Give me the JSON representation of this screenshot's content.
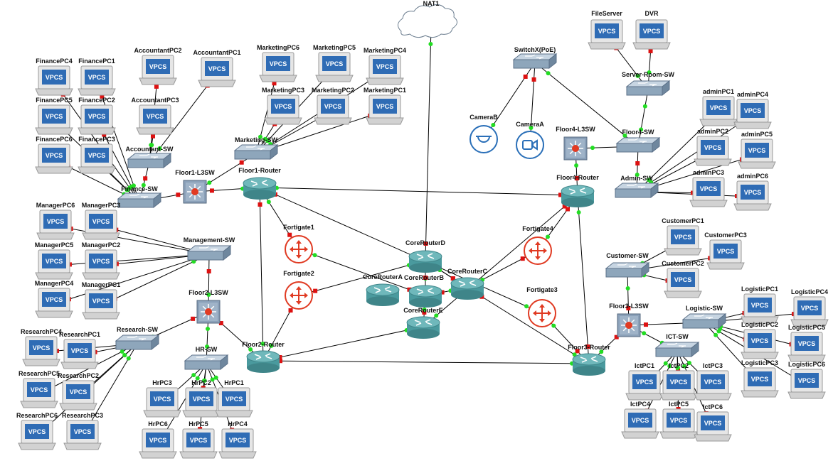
{
  "colors": {
    "link": "#000000",
    "port_up": "#22dd22",
    "port_down": "#dd1111",
    "router_body": "#4a9a9e",
    "switch_body": "#8ea6bb",
    "firewall": "#e03a22",
    "camera": "#2a6fb8",
    "vpcs_screen": "#2f6cb5"
  },
  "nodes": [
    {
      "id": "nat1",
      "label": "NAT1",
      "icon": "cloud-icon"
    },
    {
      "id": "switchx",
      "label": "SwitchX(PoE)",
      "icon": "switch-icon"
    },
    {
      "id": "fileserver",
      "label": "FileServer",
      "icon": "vpcs-icon"
    },
    {
      "id": "dvr",
      "label": "DVR",
      "icon": "vpcs-icon"
    },
    {
      "id": "serverroomsw",
      "label": "Server-Room-SW",
      "icon": "switch-icon"
    },
    {
      "id": "camerab",
      "label": "CameraB",
      "icon": "dome-camera-icon"
    },
    {
      "id": "cameraa",
      "label": "CameraA",
      "icon": "video-camera-icon"
    },
    {
      "id": "floor4l3",
      "label": "Floor4-L3SW",
      "icon": "l3-switch-icon"
    },
    {
      "id": "floor4sw",
      "label": "Floor4-SW",
      "icon": "switch-icon"
    },
    {
      "id": "floor4router",
      "label": "Floor4-Router",
      "icon": "router-icon"
    },
    {
      "id": "adminsw",
      "label": "Admin-SW",
      "icon": "switch-icon"
    },
    {
      "id": "adminpc1",
      "label": "adminPC1",
      "icon": "vpcs-icon"
    },
    {
      "id": "adminpc4",
      "label": "adminPC4",
      "icon": "vpcs-icon"
    },
    {
      "id": "adminpc2",
      "label": "adminPC2",
      "icon": "vpcs-icon"
    },
    {
      "id": "adminpc5",
      "label": "adminPC5",
      "icon": "vpcs-icon"
    },
    {
      "id": "adminpc3",
      "label": "adminPC3",
      "icon": "vpcs-icon"
    },
    {
      "id": "adminpc6",
      "label": "adminPC6",
      "icon": "vpcs-icon"
    },
    {
      "id": "financepc4",
      "label": "FinancePC4",
      "icon": "vpcs-icon"
    },
    {
      "id": "financepc1",
      "label": "FinancePC1",
      "icon": "vpcs-icon"
    },
    {
      "id": "financepc5",
      "label": "FinancePC5",
      "icon": "vpcs-icon"
    },
    {
      "id": "financepc2",
      "label": "FinancePC2",
      "icon": "vpcs-icon"
    },
    {
      "id": "financepc6",
      "label": "FinancePC6",
      "icon": "vpcs-icon"
    },
    {
      "id": "financepc3",
      "label": "FinancePC3",
      "icon": "vpcs-icon"
    },
    {
      "id": "accountantpc2",
      "label": "AccountantPC2",
      "icon": "vpcs-icon"
    },
    {
      "id": "accountantpc1",
      "label": "AccountantPC1",
      "icon": "vpcs-icon"
    },
    {
      "id": "accountantpc3",
      "label": "AccountantPC3",
      "icon": "vpcs-icon"
    },
    {
      "id": "accountantsw",
      "label": "Accountant-SW",
      "icon": "switch-icon"
    },
    {
      "id": "financesw",
      "label": "Finance-SW",
      "icon": "switch-icon"
    },
    {
      "id": "floor1l3",
      "label": "Floor1-L3SW",
      "icon": "l3-switch-icon"
    },
    {
      "id": "floor1router",
      "label": "Floor1-Router",
      "icon": "router-icon"
    },
    {
      "id": "marketingpc6",
      "label": "MarketingPC6",
      "icon": "vpcs-icon"
    },
    {
      "id": "marketingpc5",
      "label": "MarketingPC5",
      "icon": "vpcs-icon"
    },
    {
      "id": "marketingpc4",
      "label": "MarketingPC4",
      "icon": "vpcs-icon"
    },
    {
      "id": "marketingpc3",
      "label": "MarketingPC3",
      "icon": "vpcs-icon"
    },
    {
      "id": "marketingpc2",
      "label": "MarketingPC2",
      "icon": "vpcs-icon"
    },
    {
      "id": "marketingpc1",
      "label": "MarketingPC1",
      "icon": "vpcs-icon"
    },
    {
      "id": "marketingsw",
      "label": "Marketing-SW",
      "icon": "switch-icon"
    },
    {
      "id": "fortigate1",
      "label": "Fortigate1",
      "icon": "firewall-icon"
    },
    {
      "id": "fortigate2",
      "label": "Fortigate2",
      "icon": "firewall-icon"
    },
    {
      "id": "fortigate3",
      "label": "Fortigate3",
      "icon": "firewall-icon"
    },
    {
      "id": "fortigate4",
      "label": "Fortigate4",
      "icon": "firewall-icon"
    },
    {
      "id": "corerouterd",
      "label": "CoreRouterD",
      "icon": "router-icon"
    },
    {
      "id": "corerouterb",
      "label": "CoreRouterB",
      "icon": "router-icon"
    },
    {
      "id": "corerouterc",
      "label": "CoreRouterC",
      "icon": "router-icon"
    },
    {
      "id": "coreroutera",
      "label": "CoreRouterA",
      "icon": "router-icon"
    },
    {
      "id": "coreroutere",
      "label": "CoreRouterE",
      "icon": "router-icon"
    },
    {
      "id": "managerpc6",
      "label": "ManagerPC6",
      "icon": "vpcs-icon"
    },
    {
      "id": "managerpc3",
      "label": "ManagerPC3",
      "icon": "vpcs-icon"
    },
    {
      "id": "managerpc5",
      "label": "ManagerPC5",
      "icon": "vpcs-icon"
    },
    {
      "id": "managerpc2",
      "label": "ManagerPC2",
      "icon": "vpcs-icon"
    },
    {
      "id": "managerpc4",
      "label": "ManagerPC4",
      "icon": "vpcs-icon"
    },
    {
      "id": "managerpc1",
      "label": "ManagerPC1",
      "icon": "vpcs-icon"
    },
    {
      "id": "managementsw",
      "label": "Management-SW",
      "icon": "switch-icon"
    },
    {
      "id": "floor2l3",
      "label": "Floor2-L3SW",
      "icon": "l3-switch-icon"
    },
    {
      "id": "floor2router",
      "label": "Floor2-Router",
      "icon": "router-icon"
    },
    {
      "id": "researchpc4",
      "label": "ResearchPC4",
      "icon": "vpcs-icon"
    },
    {
      "id": "researchpc1",
      "label": "ResearchPC1",
      "icon": "vpcs-icon"
    },
    {
      "id": "researchpc5",
      "label": "ResearchPC5",
      "icon": "vpcs-icon"
    },
    {
      "id": "researchpc2",
      "label": "ResearchPC2",
      "icon": "vpcs-icon"
    },
    {
      "id": "researchpc6",
      "label": "ResearchPC6",
      "icon": "vpcs-icon"
    },
    {
      "id": "researchpc3",
      "label": "ResearchPC3",
      "icon": "vpcs-icon"
    },
    {
      "id": "researchsw",
      "label": "Research-SW",
      "icon": "switch-icon"
    },
    {
      "id": "hrsw",
      "label": "HR-SW",
      "icon": "switch-icon"
    },
    {
      "id": "hrpc3",
      "label": "HrPC3",
      "icon": "vpcs-icon"
    },
    {
      "id": "hrpc2",
      "label": "HrPC2",
      "icon": "vpcs-icon"
    },
    {
      "id": "hrpc1",
      "label": "HrPC1",
      "icon": "vpcs-icon"
    },
    {
      "id": "hrpc6",
      "label": "HrPC6",
      "icon": "vpcs-icon"
    },
    {
      "id": "hrpc5",
      "label": "HrPC5",
      "icon": "vpcs-icon"
    },
    {
      "id": "hrpc4",
      "label": "HrPC4",
      "icon": "vpcs-icon"
    },
    {
      "id": "customerpc1",
      "label": "CustomerPC1",
      "icon": "vpcs-icon"
    },
    {
      "id": "customerpc3",
      "label": "CustomerPC3",
      "icon": "vpcs-icon"
    },
    {
      "id": "customerpc2",
      "label": "CustomerPC2",
      "icon": "vpcs-icon"
    },
    {
      "id": "customersw",
      "label": "Customer-SW",
      "icon": "switch-icon"
    },
    {
      "id": "floor3l3",
      "label": "Floor3-L3SW",
      "icon": "l3-switch-icon"
    },
    {
      "id": "floor3router",
      "label": "Floor3-Router",
      "icon": "router-icon"
    },
    {
      "id": "logisticsw",
      "label": "Logistic-SW",
      "icon": "switch-icon"
    },
    {
      "id": "logisticpc1",
      "label": "LogisticPC1",
      "icon": "vpcs-icon"
    },
    {
      "id": "logisticpc4",
      "label": "LogisticPC4",
      "icon": "vpcs-icon"
    },
    {
      "id": "logisticpc2",
      "label": "LogisticPC2",
      "icon": "vpcs-icon"
    },
    {
      "id": "logisticpc5",
      "label": "LogisticPC5",
      "icon": "vpcs-icon"
    },
    {
      "id": "logisticpc3",
      "label": "LogisticPC3",
      "icon": "vpcs-icon"
    },
    {
      "id": "logisticpc6",
      "label": "LogisticPC6",
      "icon": "vpcs-icon"
    },
    {
      "id": "ictsw",
      "label": "ICT-SW",
      "icon": "switch-icon"
    },
    {
      "id": "ictpc1",
      "label": "IctPC1",
      "icon": "vpcs-icon"
    },
    {
      "id": "ictpc2",
      "label": "IctPC2",
      "icon": "vpcs-icon"
    },
    {
      "id": "ictpc3",
      "label": "IctPC3",
      "icon": "vpcs-icon"
    },
    {
      "id": "ictpc4",
      "label": "IctPC4",
      "icon": "vpcs-icon"
    },
    {
      "id": "ictpc5",
      "label": "IctPC5",
      "icon": "vpcs-icon"
    },
    {
      "id": "ictpc6",
      "label": "IctPC6",
      "icon": "vpcs-icon"
    }
  ],
  "vpcs_text": "VPCS",
  "links": [
    [
      "nat1",
      "corerouterd"
    ],
    [
      "switchx",
      "camerab"
    ],
    [
      "switchx",
      "cameraa"
    ],
    [
      "switchx",
      "floor4sw"
    ],
    [
      "fileserver",
      "serverroomsw"
    ],
    [
      "dvr",
      "serverroomsw"
    ],
    [
      "serverroomsw",
      "floor4sw"
    ],
    [
      "floor4sw",
      "floor4l3"
    ],
    [
      "floor4sw",
      "adminsw"
    ],
    [
      "floor4l3",
      "floor4router"
    ],
    [
      "adminsw",
      "adminpc1"
    ],
    [
      "adminsw",
      "adminpc4"
    ],
    [
      "adminsw",
      "adminpc2"
    ],
    [
      "adminsw",
      "adminpc5"
    ],
    [
      "adminsw",
      "adminpc3"
    ],
    [
      "adminsw",
      "adminpc6"
    ],
    [
      "floor4router",
      "floor1router"
    ],
    [
      "floor4router",
      "fortigate4"
    ],
    [
      "floor4router",
      "floor3router"
    ],
    [
      "floor4router",
      "coreroutere"
    ],
    [
      "financesw",
      "financepc4"
    ],
    [
      "financesw",
      "financepc1"
    ],
    [
      "financesw",
      "financepc5"
    ],
    [
      "financesw",
      "financepc2"
    ],
    [
      "financesw",
      "financepc6"
    ],
    [
      "financesw",
      "financepc3"
    ],
    [
      "accountantsw",
      "accountantpc2"
    ],
    [
      "accountantsw",
      "accountantpc1"
    ],
    [
      "accountantsw",
      "accountantpc3"
    ],
    [
      "accountantsw",
      "financesw"
    ],
    [
      "financesw",
      "floor1l3"
    ],
    [
      "marketingsw",
      "floor1l3"
    ],
    [
      "floor1l3",
      "floor1router"
    ],
    [
      "marketingsw",
      "marketingpc6"
    ],
    [
      "marketingsw",
      "marketingpc5"
    ],
    [
      "marketingsw",
      "marketingpc4"
    ],
    [
      "marketingsw",
      "marketingpc3"
    ],
    [
      "marketingsw",
      "marketingpc2"
    ],
    [
      "marketingsw",
      "marketingpc1"
    ],
    [
      "floor1router",
      "fortigate1"
    ],
    [
      "floor1router",
      "floor2router"
    ],
    [
      "floor1router",
      "fortigate3"
    ],
    [
      "fortigate1",
      "corerouterb"
    ],
    [
      "fortigate2",
      "corerouterd"
    ],
    [
      "fortigate2",
      "floor2router"
    ],
    [
      "fortigate3",
      "floor3router"
    ],
    [
      "fortigate4",
      "corerouterc"
    ],
    [
      "corerouterd",
      "corerouterb"
    ],
    [
      "corerouterd",
      "corerouterc"
    ],
    [
      "corerouterb",
      "corerouterc"
    ],
    [
      "corerouterb",
      "coreroutere"
    ],
    [
      "corerouterb",
      "corerouterd"
    ],
    [
      "corerouterc",
      "corerouterd"
    ],
    [
      "corerouterc",
      "floor3router"
    ],
    [
      "coreroutere",
      "floor2router"
    ],
    [
      "managementsw",
      "managerpc6"
    ],
    [
      "managementsw",
      "managerpc3"
    ],
    [
      "managementsw",
      "managerpc5"
    ],
    [
      "managementsw",
      "managerpc2"
    ],
    [
      "managementsw",
      "managerpc4"
    ],
    [
      "managementsw",
      "managerpc1"
    ],
    [
      "managementsw",
      "floor2l3"
    ],
    [
      "floor2l3",
      "researchsw"
    ],
    [
      "floor2l3",
      "hrsw"
    ],
    [
      "floor2l3",
      "floor2router"
    ],
    [
      "researchsw",
      "researchpc4"
    ],
    [
      "researchsw",
      "researchpc1"
    ],
    [
      "researchsw",
      "researchpc5"
    ],
    [
      "researchsw",
      "researchpc2"
    ],
    [
      "researchsw",
      "researchpc6"
    ],
    [
      "researchsw",
      "researchpc3"
    ],
    [
      "hrsw",
      "hrpc3"
    ],
    [
      "hrsw",
      "hrpc2"
    ],
    [
      "hrsw",
      "hrpc1"
    ],
    [
      "hrsw",
      "hrpc6"
    ],
    [
      "hrsw",
      "hrpc5"
    ],
    [
      "hrsw",
      "hrpc4"
    ],
    [
      "floor2router",
      "floor3router"
    ],
    [
      "customersw",
      "customerpc1"
    ],
    [
      "customersw",
      "customerpc3"
    ],
    [
      "customersw",
      "customerpc2"
    ],
    [
      "customersw",
      "floor3l3"
    ],
    [
      "floor3l3",
      "logisticsw"
    ],
    [
      "floor3l3",
      "floor3router"
    ],
    [
      "floor3l3",
      "ictsw"
    ],
    [
      "logisticsw",
      "logisticpc1"
    ],
    [
      "logisticsw",
      "logisticpc4"
    ],
    [
      "logisticsw",
      "logisticpc2"
    ],
    [
      "logisticsw",
      "logisticpc5"
    ],
    [
      "logisticsw",
      "logisticpc3"
    ],
    [
      "logisticsw",
      "logisticpc6"
    ],
    [
      "ictsw",
      "ictpc1"
    ],
    [
      "ictsw",
      "ictpc2"
    ],
    [
      "ictsw",
      "ictpc3"
    ],
    [
      "ictsw",
      "ictpc4"
    ],
    [
      "ictsw",
      "ictpc5"
    ],
    [
      "ictsw",
      "ictpc6"
    ]
  ]
}
